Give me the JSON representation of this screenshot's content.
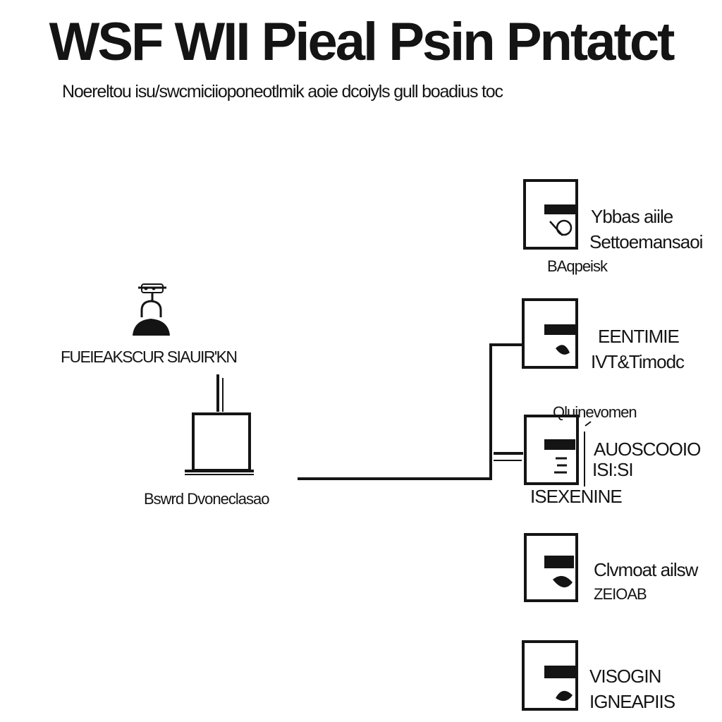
{
  "diagram": {
    "title": "WSF WII Pieal Psin Pntatct",
    "subtitle": "Noereltou isu/swcmiciioponeotlmik aoie dcoiyls gull boadius toc",
    "source": {
      "label": "FUEIEAKSCUR SIAUIR'KN",
      "icon": "person-with-antenna-icon"
    },
    "router": {
      "label": "Bswrd Dvoneclasao",
      "icon": "router-icon"
    },
    "nodes": [
      {
        "lines": [
          "Ybbas aiile",
          "Settoemansaoi"
        ],
        "sublabel": "BAqpeisk",
        "icon": "device-icon"
      },
      {
        "lines": [
          "EENTIMIE",
          "IVT&Timodc"
        ],
        "sublabel": "",
        "icon": "device-icon"
      },
      {
        "lines": [
          "AUOSCOOIO",
          "ISI:SI"
        ],
        "toplabel": "Qluinevomen",
        "sublabel": "ISEXENINE",
        "icon": "device-icon"
      },
      {
        "lines": [
          "Clvmoat ailsw",
          "ZEIOAB"
        ],
        "sublabel": "",
        "icon": "device-icon"
      },
      {
        "lines": [
          "VISOGIN",
          "IGNEAPIIS"
        ],
        "sublabel": "",
        "icon": "device-icon"
      }
    ],
    "colors": {
      "ink": "#141414",
      "background": "#ffffff"
    }
  }
}
